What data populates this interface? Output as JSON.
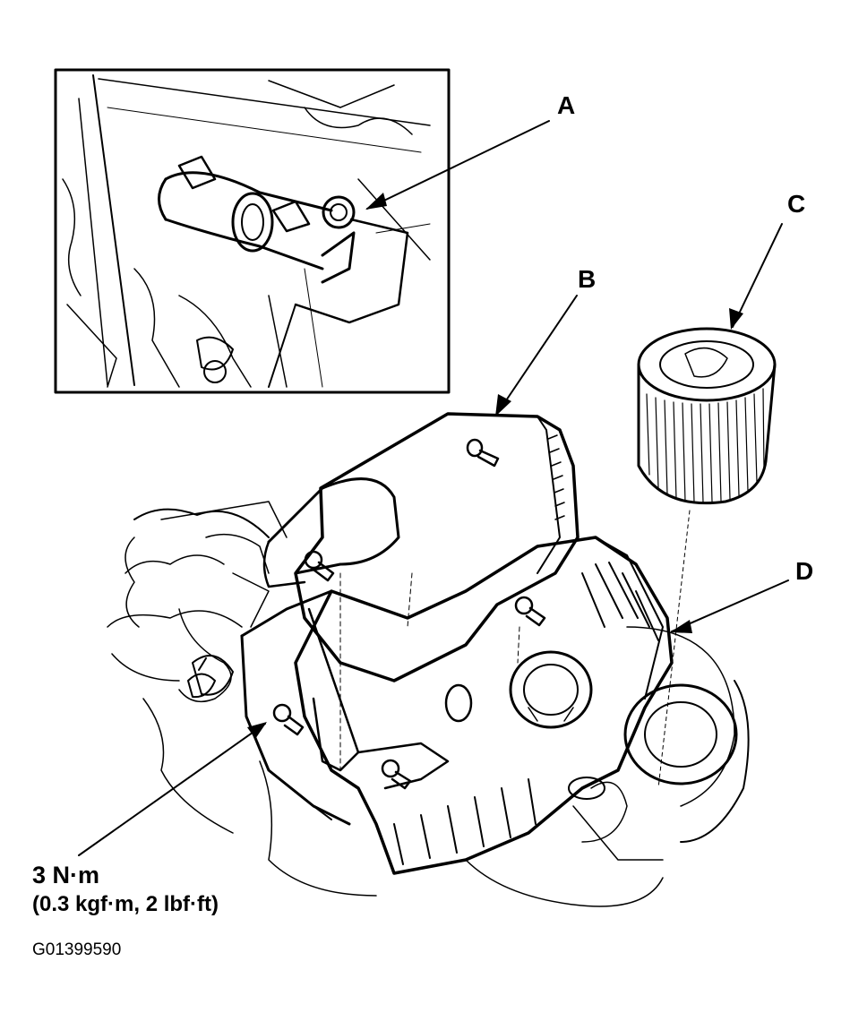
{
  "labels": {
    "A": "A",
    "B": "B",
    "C": "C",
    "D": "D"
  },
  "torque": {
    "value": "3 N·m",
    "conversion": "(0.3 kgf·m, 2 lbf·ft)"
  },
  "figure_code": "G01399590",
  "colors": {
    "ink": "#000000",
    "paper": "#ffffff"
  },
  "icons": [
    "inset-detail-frame",
    "air-cleaner-housing-cover",
    "air-filter-element",
    "air-cleaner-housing",
    "bolt-icon",
    "hose-clamp-icon"
  ]
}
